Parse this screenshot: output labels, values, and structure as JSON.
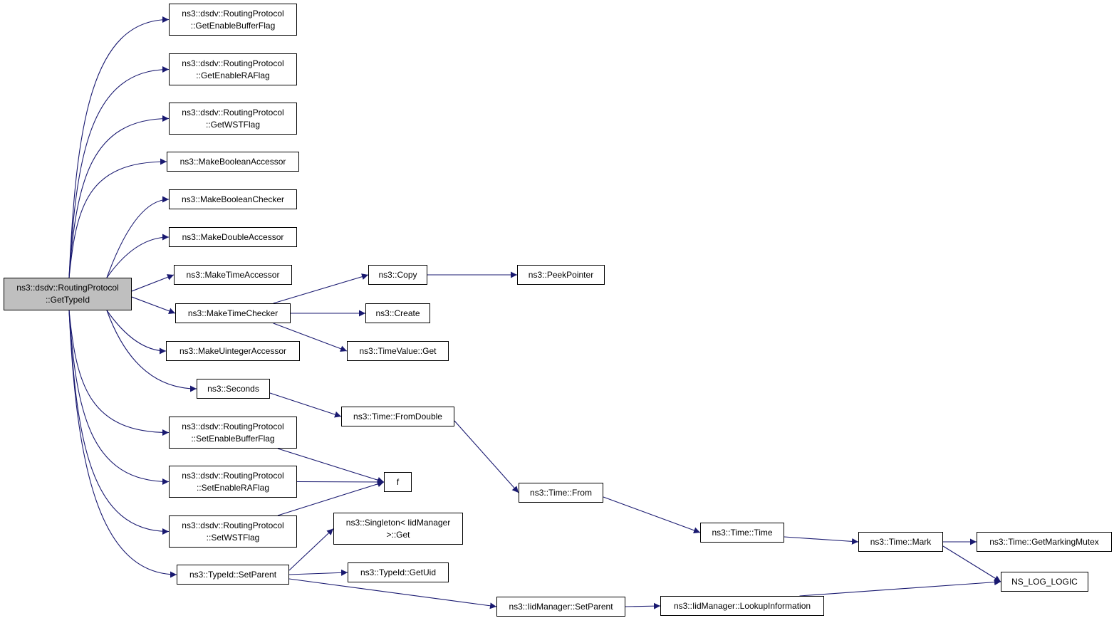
{
  "colors": {
    "edge": "#191970",
    "node_border": "#000000",
    "root_fill": "#bfbfbf",
    "node_fill": "#ffffff"
  },
  "nodes": {
    "root": [
      "ns3::dsdv::RoutingProtocol",
      "::GetTypeId"
    ],
    "get_enable_buffer_flag": [
      "ns3::dsdv::RoutingProtocol",
      "::GetEnableBufferFlag"
    ],
    "get_enable_ra_flag": [
      "ns3::dsdv::RoutingProtocol",
      "::GetEnableRAFlag"
    ],
    "get_wst_flag": [
      "ns3::dsdv::RoutingProtocol",
      "::GetWSTFlag"
    ],
    "make_boolean_accessor": [
      "ns3::MakeBooleanAccessor"
    ],
    "make_boolean_checker": [
      "ns3::MakeBooleanChecker"
    ],
    "make_double_accessor": [
      "ns3::MakeDoubleAccessor"
    ],
    "make_time_accessor": [
      "ns3::MakeTimeAccessor"
    ],
    "make_time_checker": [
      "ns3::MakeTimeChecker"
    ],
    "make_uinteger_accessor": [
      "ns3::MakeUintegerAccessor"
    ],
    "seconds": [
      "ns3::Seconds"
    ],
    "set_enable_buffer_flag": [
      "ns3::dsdv::RoutingProtocol",
      "::SetEnableBufferFlag"
    ],
    "set_enable_ra_flag": [
      "ns3::dsdv::RoutingProtocol",
      "::SetEnableRAFlag"
    ],
    "set_wst_flag": [
      "ns3::dsdv::RoutingProtocol",
      "::SetWSTFlag"
    ],
    "typeid_set_parent": [
      "ns3::TypeId::SetParent"
    ],
    "copy": [
      "ns3::Copy"
    ],
    "peek_pointer": [
      "ns3::PeekPointer"
    ],
    "create": [
      "ns3::Create"
    ],
    "timevalue_get": [
      "ns3::TimeValue::Get"
    ],
    "time_from_double": [
      "ns3::Time::FromDouble"
    ],
    "f": [
      "f"
    ],
    "singleton_get": [
      "ns3::Singleton< IidManager",
      ">::Get"
    ],
    "typeid_get_uid": [
      "ns3::TypeId::GetUid"
    ],
    "time_from": [
      "ns3::Time::From"
    ],
    "time_time": [
      "ns3::Time::Time"
    ],
    "time_mark": [
      "ns3::Time::Mark"
    ],
    "time_get_marking_mutex": [
      "ns3::Time::GetMarkingMutex"
    ],
    "ns_log_logic": [
      "NS_LOG_LOGIC"
    ],
    "iid_manager_set_parent": [
      "ns3::IidManager::SetParent"
    ],
    "iid_manager_lookup_information": [
      "ns3::IidManager::LookupInformation"
    ]
  },
  "edges": [
    [
      "root",
      "get_enable_buffer_flag"
    ],
    [
      "root",
      "get_enable_ra_flag"
    ],
    [
      "root",
      "get_wst_flag"
    ],
    [
      "root",
      "make_boolean_accessor"
    ],
    [
      "root",
      "make_boolean_checker"
    ],
    [
      "root",
      "make_double_accessor"
    ],
    [
      "root",
      "make_time_accessor"
    ],
    [
      "root",
      "make_time_checker"
    ],
    [
      "root",
      "make_uinteger_accessor"
    ],
    [
      "root",
      "seconds"
    ],
    [
      "root",
      "set_enable_buffer_flag"
    ],
    [
      "root",
      "set_enable_ra_flag"
    ],
    [
      "root",
      "set_wst_flag"
    ],
    [
      "root",
      "typeid_set_parent"
    ],
    [
      "make_time_checker",
      "copy"
    ],
    [
      "make_time_checker",
      "create"
    ],
    [
      "make_time_checker",
      "timevalue_get"
    ],
    [
      "copy",
      "peek_pointer"
    ],
    [
      "seconds",
      "time_from_double"
    ],
    [
      "time_from_double",
      "time_from"
    ],
    [
      "time_from",
      "time_time"
    ],
    [
      "time_time",
      "time_mark"
    ],
    [
      "time_mark",
      "time_get_marking_mutex"
    ],
    [
      "time_mark",
      "ns_log_logic"
    ],
    [
      "set_enable_buffer_flag",
      "f"
    ],
    [
      "set_enable_ra_flag",
      "f"
    ],
    [
      "set_wst_flag",
      "f"
    ],
    [
      "typeid_set_parent",
      "singleton_get"
    ],
    [
      "typeid_set_parent",
      "typeid_get_uid"
    ],
    [
      "typeid_set_parent",
      "iid_manager_set_parent"
    ],
    [
      "iid_manager_set_parent",
      "iid_manager_lookup_information"
    ],
    [
      "iid_manager_lookup_information",
      "ns_log_logic"
    ]
  ]
}
